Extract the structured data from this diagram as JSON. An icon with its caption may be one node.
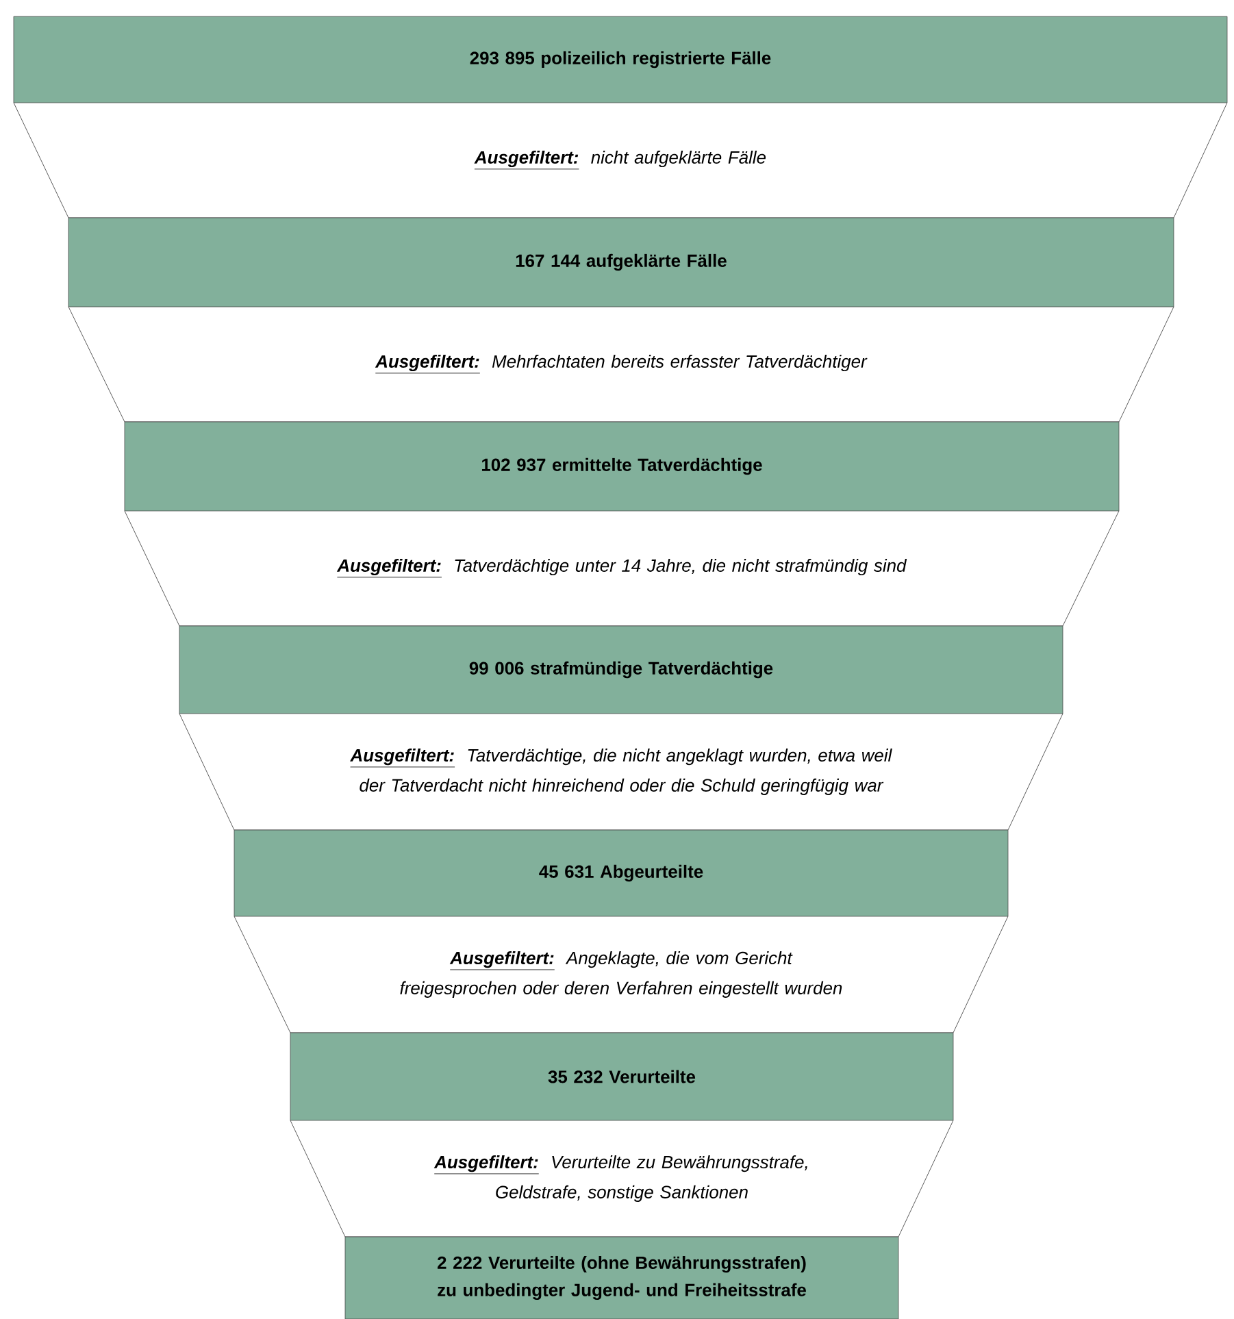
{
  "diagram": {
    "nodes": [
      {
        "text": [
          "293 895 polizeilich registrierte Fälle"
        ]
      },
      {
        "text": [
          "Ausgefiltert:",
          "nicht aufgeklärte Fälle"
        ]
      },
      {
        "text": [
          "167 144 aufgeklärte Fälle"
        ]
      },
      {
        "text": [
          "Ausgefiltert:",
          "Mehrfachtaten bereits erfasster Tatverdächtiger"
        ]
      },
      {
        "text": [
          "102 937 ermittelte Tatverdächtige"
        ]
      },
      {
        "text": [
          "Ausgefiltert:",
          "Tatverdächtige unter 14 Jahre, die nicht strafmündig sind"
        ]
      },
      {
        "text": [
          "99 006 strafmündige Tatverdächtige"
        ]
      },
      {
        "text": [
          "Ausgefiltert:",
          "Tatverdächtige, die nicht angeklagt wurden, etwa weil der Tatverdacht nicht hinreichend oder die Schuld geringfügig war"
        ]
      },
      {
        "text": [
          "45 631 Abgeurteilte"
        ]
      },
      {
        "text": [
          "Ausgefiltert:",
          "Angeklagte, die vom Gericht freigesprochen oder deren Verfahren eingestellt wurden"
        ]
      },
      {
        "text": [
          "35 232 Verurteilte"
        ]
      },
      {
        "text": [
          "Ausgefiltert:",
          "Verurteilte zu Bewährungsstrafe, Geldstrafe, sonstige Sanktionen"
        ]
      },
      {
        "text": [
          "2 222 Verurteilte (ohne Bewährungsstrafen) zu unbedingter Jugend- und Freiheitsstrafe"
        ]
      }
    ]
  }
}
